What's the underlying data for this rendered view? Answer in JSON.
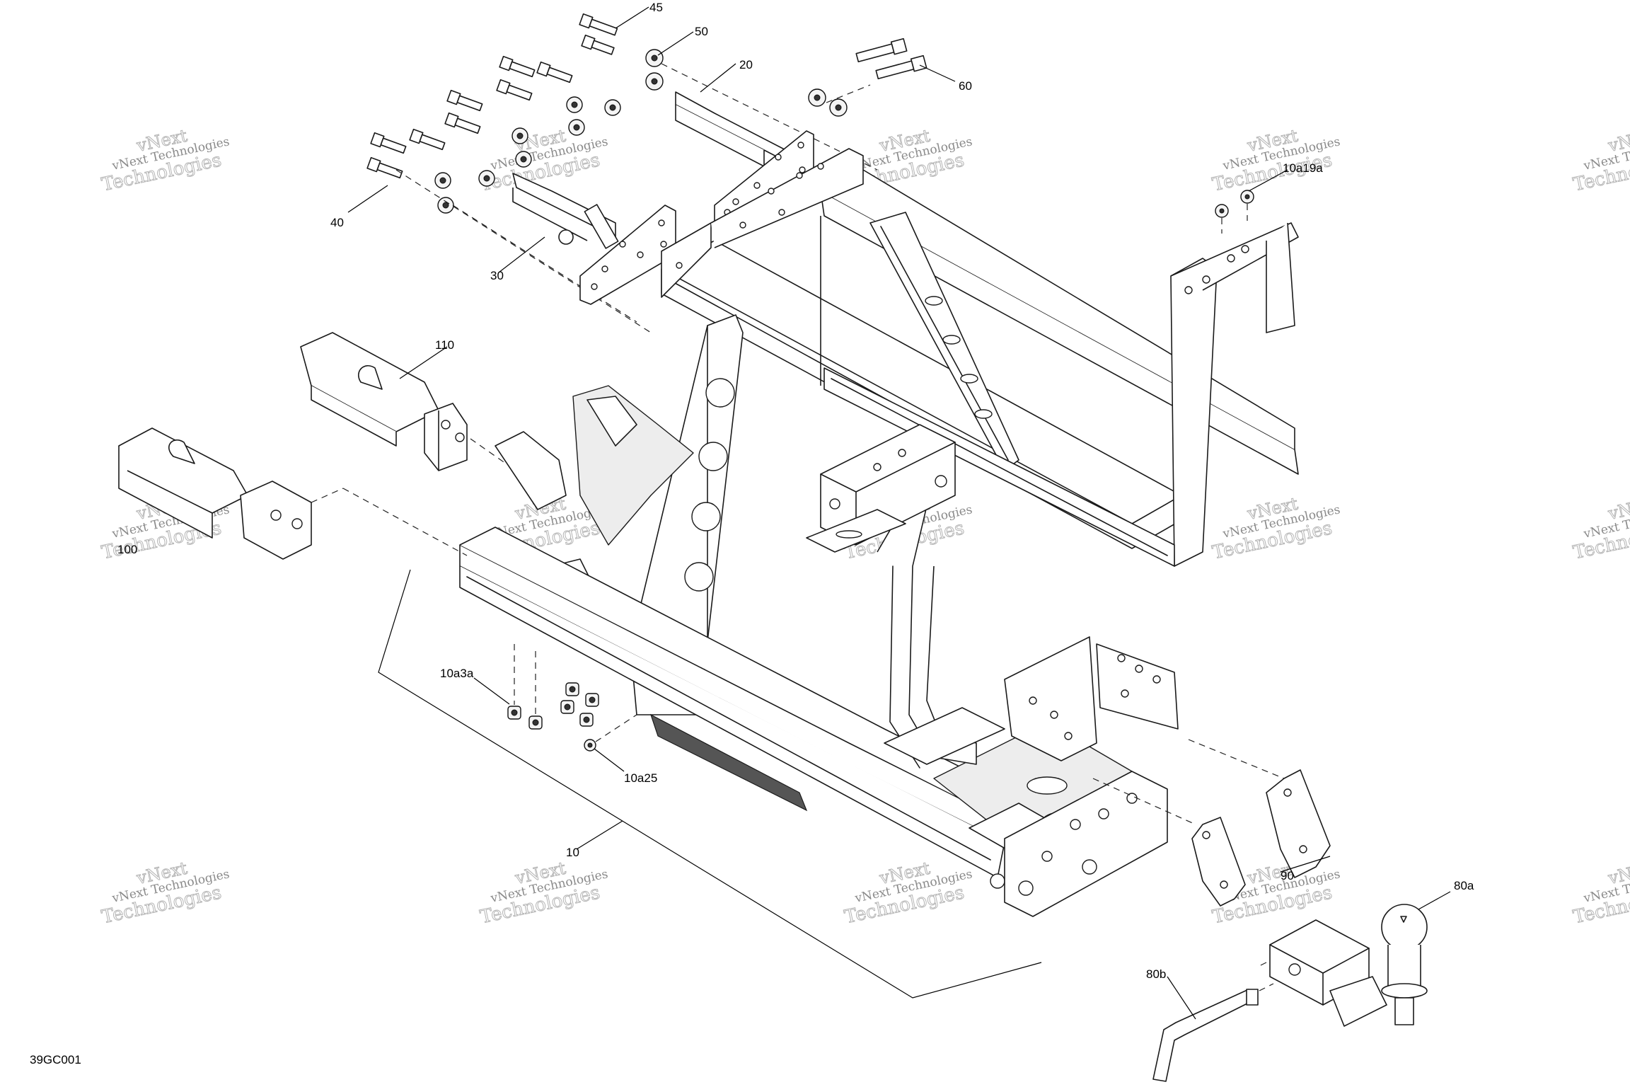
{
  "diagram": {
    "drawing_code": "39GC001",
    "callouts": [
      {
        "id": "c45",
        "text": "45"
      },
      {
        "id": "c50",
        "text": "50"
      },
      {
        "id": "c20",
        "text": "20"
      },
      {
        "id": "c60",
        "text": "60"
      },
      {
        "id": "c40",
        "text": "40"
      },
      {
        "id": "c30",
        "text": "30"
      },
      {
        "id": "c10a19a",
        "text": "10a19a"
      },
      {
        "id": "c110",
        "text": "110"
      },
      {
        "id": "c100",
        "text": "100"
      },
      {
        "id": "c10a3a",
        "text": "10a3a"
      },
      {
        "id": "c10a25",
        "text": "10a25"
      },
      {
        "id": "c10",
        "text": "10"
      },
      {
        "id": "c90",
        "text": "90"
      },
      {
        "id": "c80a",
        "text": "80a"
      },
      {
        "id": "c80b",
        "text": "80b"
      }
    ],
    "watermark": {
      "mark": "vNext",
      "line1": "vNext Technologies",
      "line2": "Technologies"
    }
  }
}
